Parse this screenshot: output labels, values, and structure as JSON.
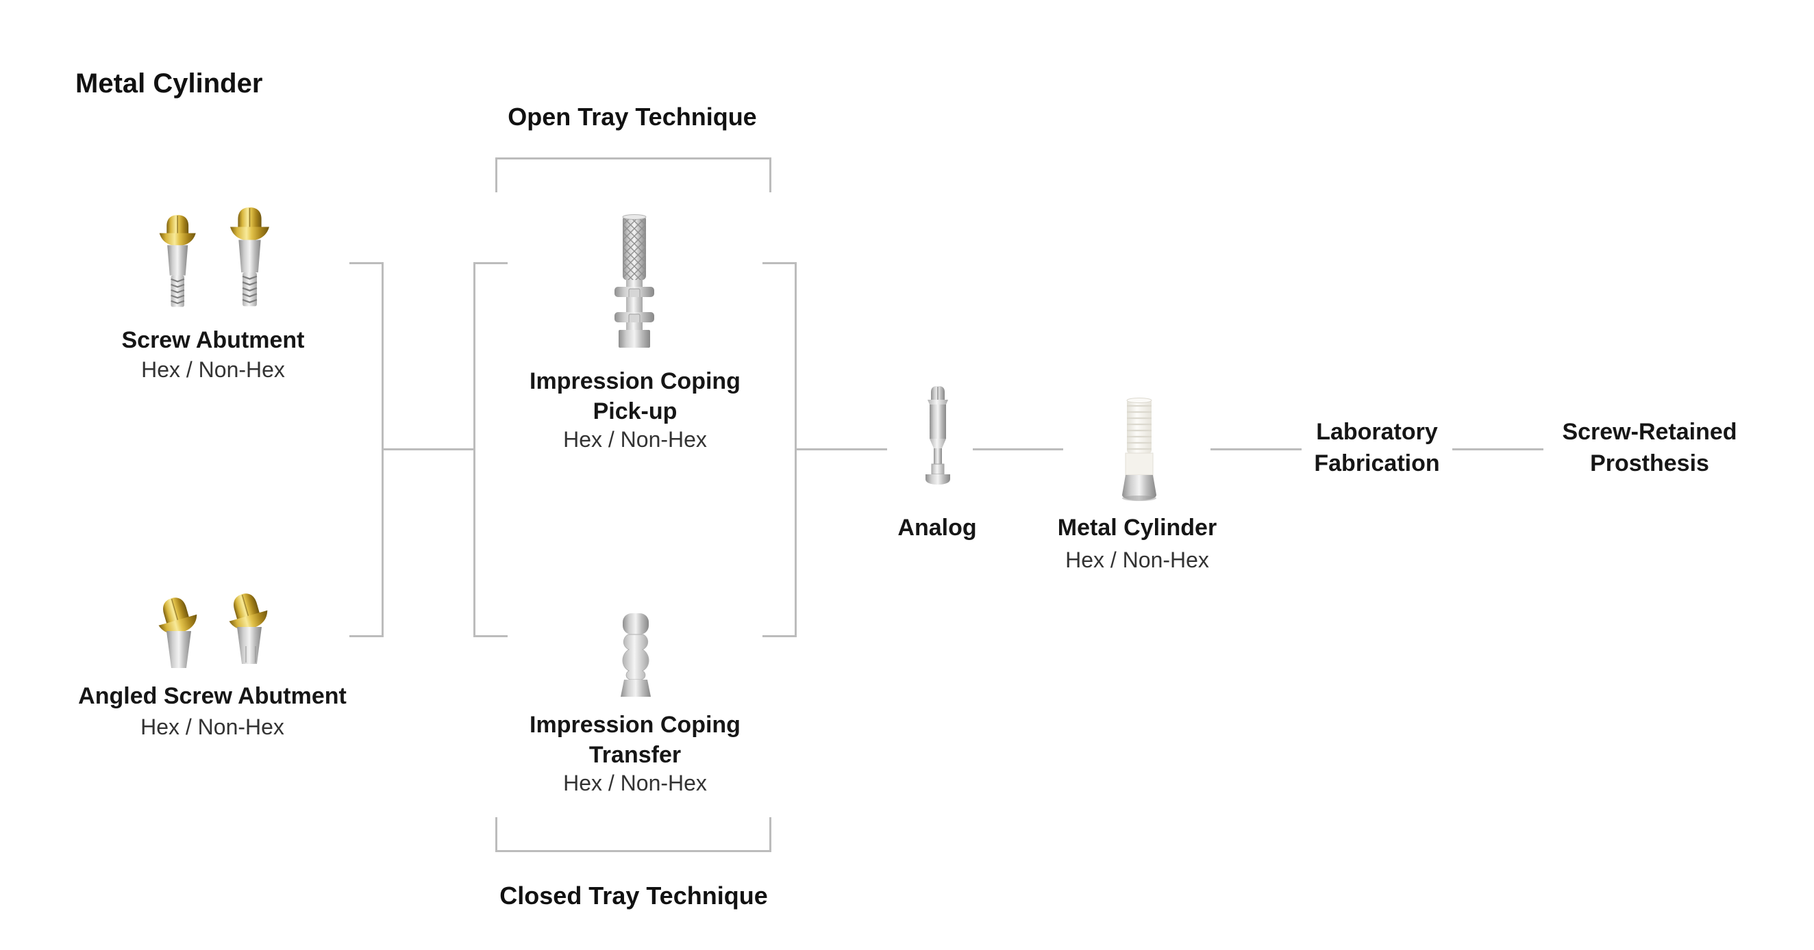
{
  "title": "Metal Cylinder",
  "sections": {
    "open_tray_label": "Open Tray Technique",
    "closed_tray_label": "Closed Tray Technique"
  },
  "nodes": {
    "screw_abutment": {
      "label": "Screw Abutment",
      "sublabel": "Hex / Non-Hex"
    },
    "angled_screw_abutment": {
      "label": "Angled Screw Abutment",
      "sublabel": "Hex / Non-Hex"
    },
    "impression_coping_pickup": {
      "label_line1": "Impression Coping",
      "label_line2": "Pick-up",
      "sublabel": "Hex / Non-Hex"
    },
    "impression_coping_transfer": {
      "label_line1": "Impression Coping",
      "label_line2": "Transfer",
      "sublabel": "Hex / Non-Hex"
    },
    "analog": {
      "label": "Analog"
    },
    "metal_cylinder": {
      "label": "Metal Cylinder",
      "sublabel": "Hex / Non-Hex"
    },
    "laboratory_fabrication": {
      "label_line1": "Laboratory",
      "label_line2": "Fabrication"
    },
    "screw_retained_prosthesis": {
      "label_line1": "Screw-Retained",
      "label_line2": "Prosthesis"
    }
  },
  "figures": {
    "screw_abutment": "screw-abutment-pair-render",
    "angled_screw_abutment": "angled-screw-abutment-pair-render",
    "impression_coping_pickup": "impression-coping-pickup-render",
    "impression_coping_transfer": "impression-coping-transfer-render",
    "analog": "analog-render",
    "metal_cylinder": "metal-cylinder-render"
  },
  "colors": {
    "connector": "#bcbcbc",
    "heading_text": "#111111",
    "sub_text": "#333333",
    "gold": "#c9a227",
    "silver": "#bdbdbd",
    "ivory": "#f5f3ee"
  }
}
